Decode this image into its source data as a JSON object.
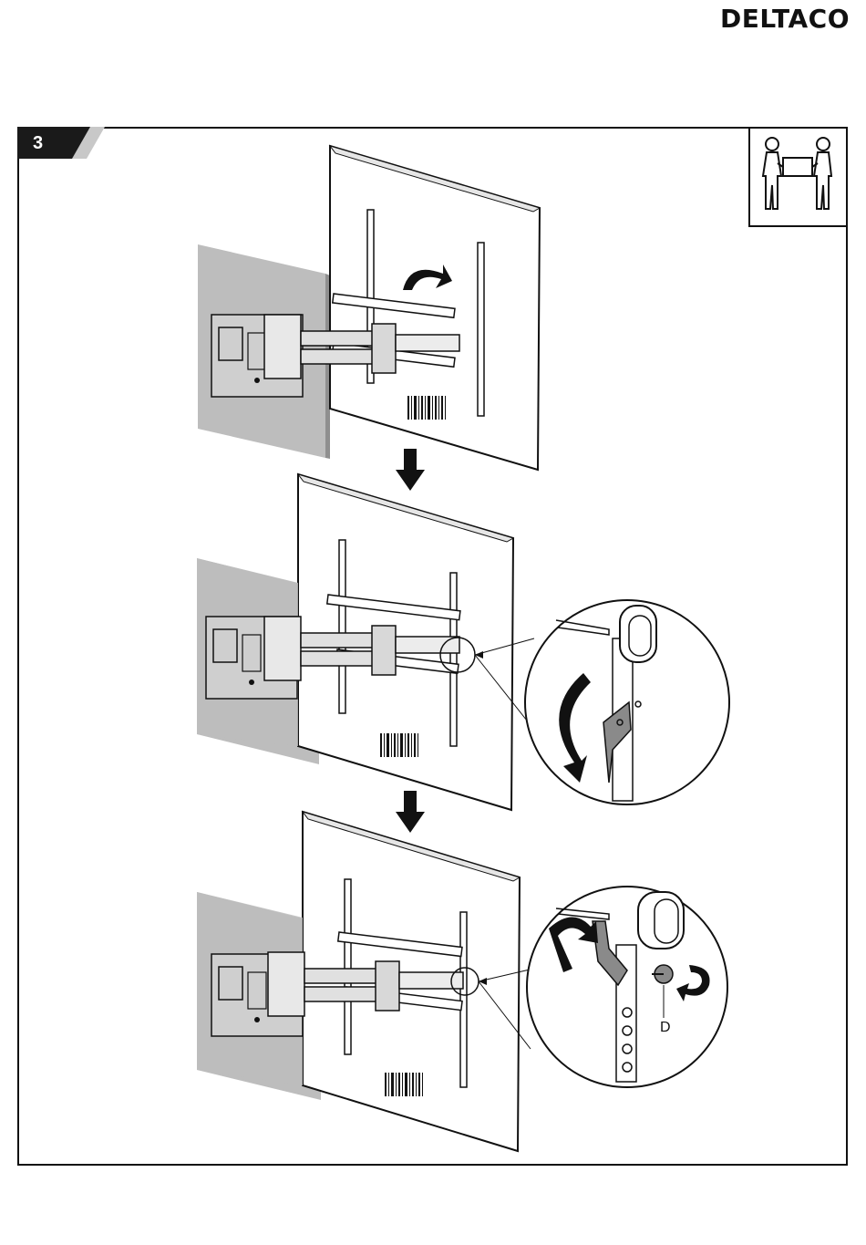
{
  "brand": {
    "logo_text": "DELTACO"
  },
  "step": {
    "number": "3"
  },
  "callout": {
    "part_label": "D"
  },
  "icons": [
    "two-person-lift-icon",
    "rotate-arrow-icon",
    "down-arrow-icon",
    "screw-tighten-icon"
  ],
  "colors": {
    "wall": "#bdbdbd",
    "ink": "#111111",
    "badge_gray": "#c8c8c8"
  }
}
